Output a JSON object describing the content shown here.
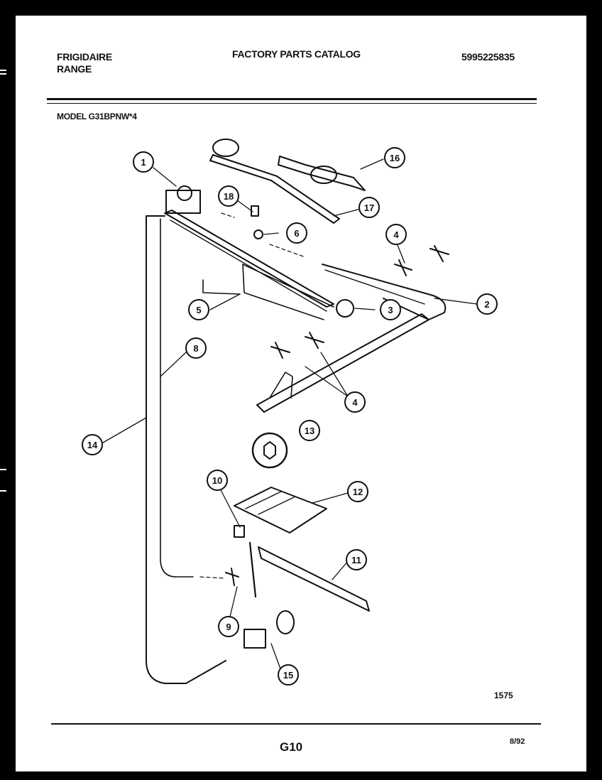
{
  "header": {
    "brand": "FRIGIDAIRE",
    "product": "RANGE",
    "title": "FACTORY PARTS CATALOG",
    "catalog_number": "5995225835",
    "model": "MODEL G31BPNW*4"
  },
  "callouts": [
    "1",
    "18",
    "16",
    "17",
    "6",
    "4",
    "2",
    "3",
    "5",
    "8",
    "4",
    "13",
    "14",
    "10",
    "12",
    "11",
    "9",
    "15"
  ],
  "footer": {
    "reference_number": "1575",
    "page_id": "G10",
    "date": "8/92"
  },
  "colors": {
    "ink": "#111111",
    "paper": "#ffffff",
    "border": "#000000"
  }
}
